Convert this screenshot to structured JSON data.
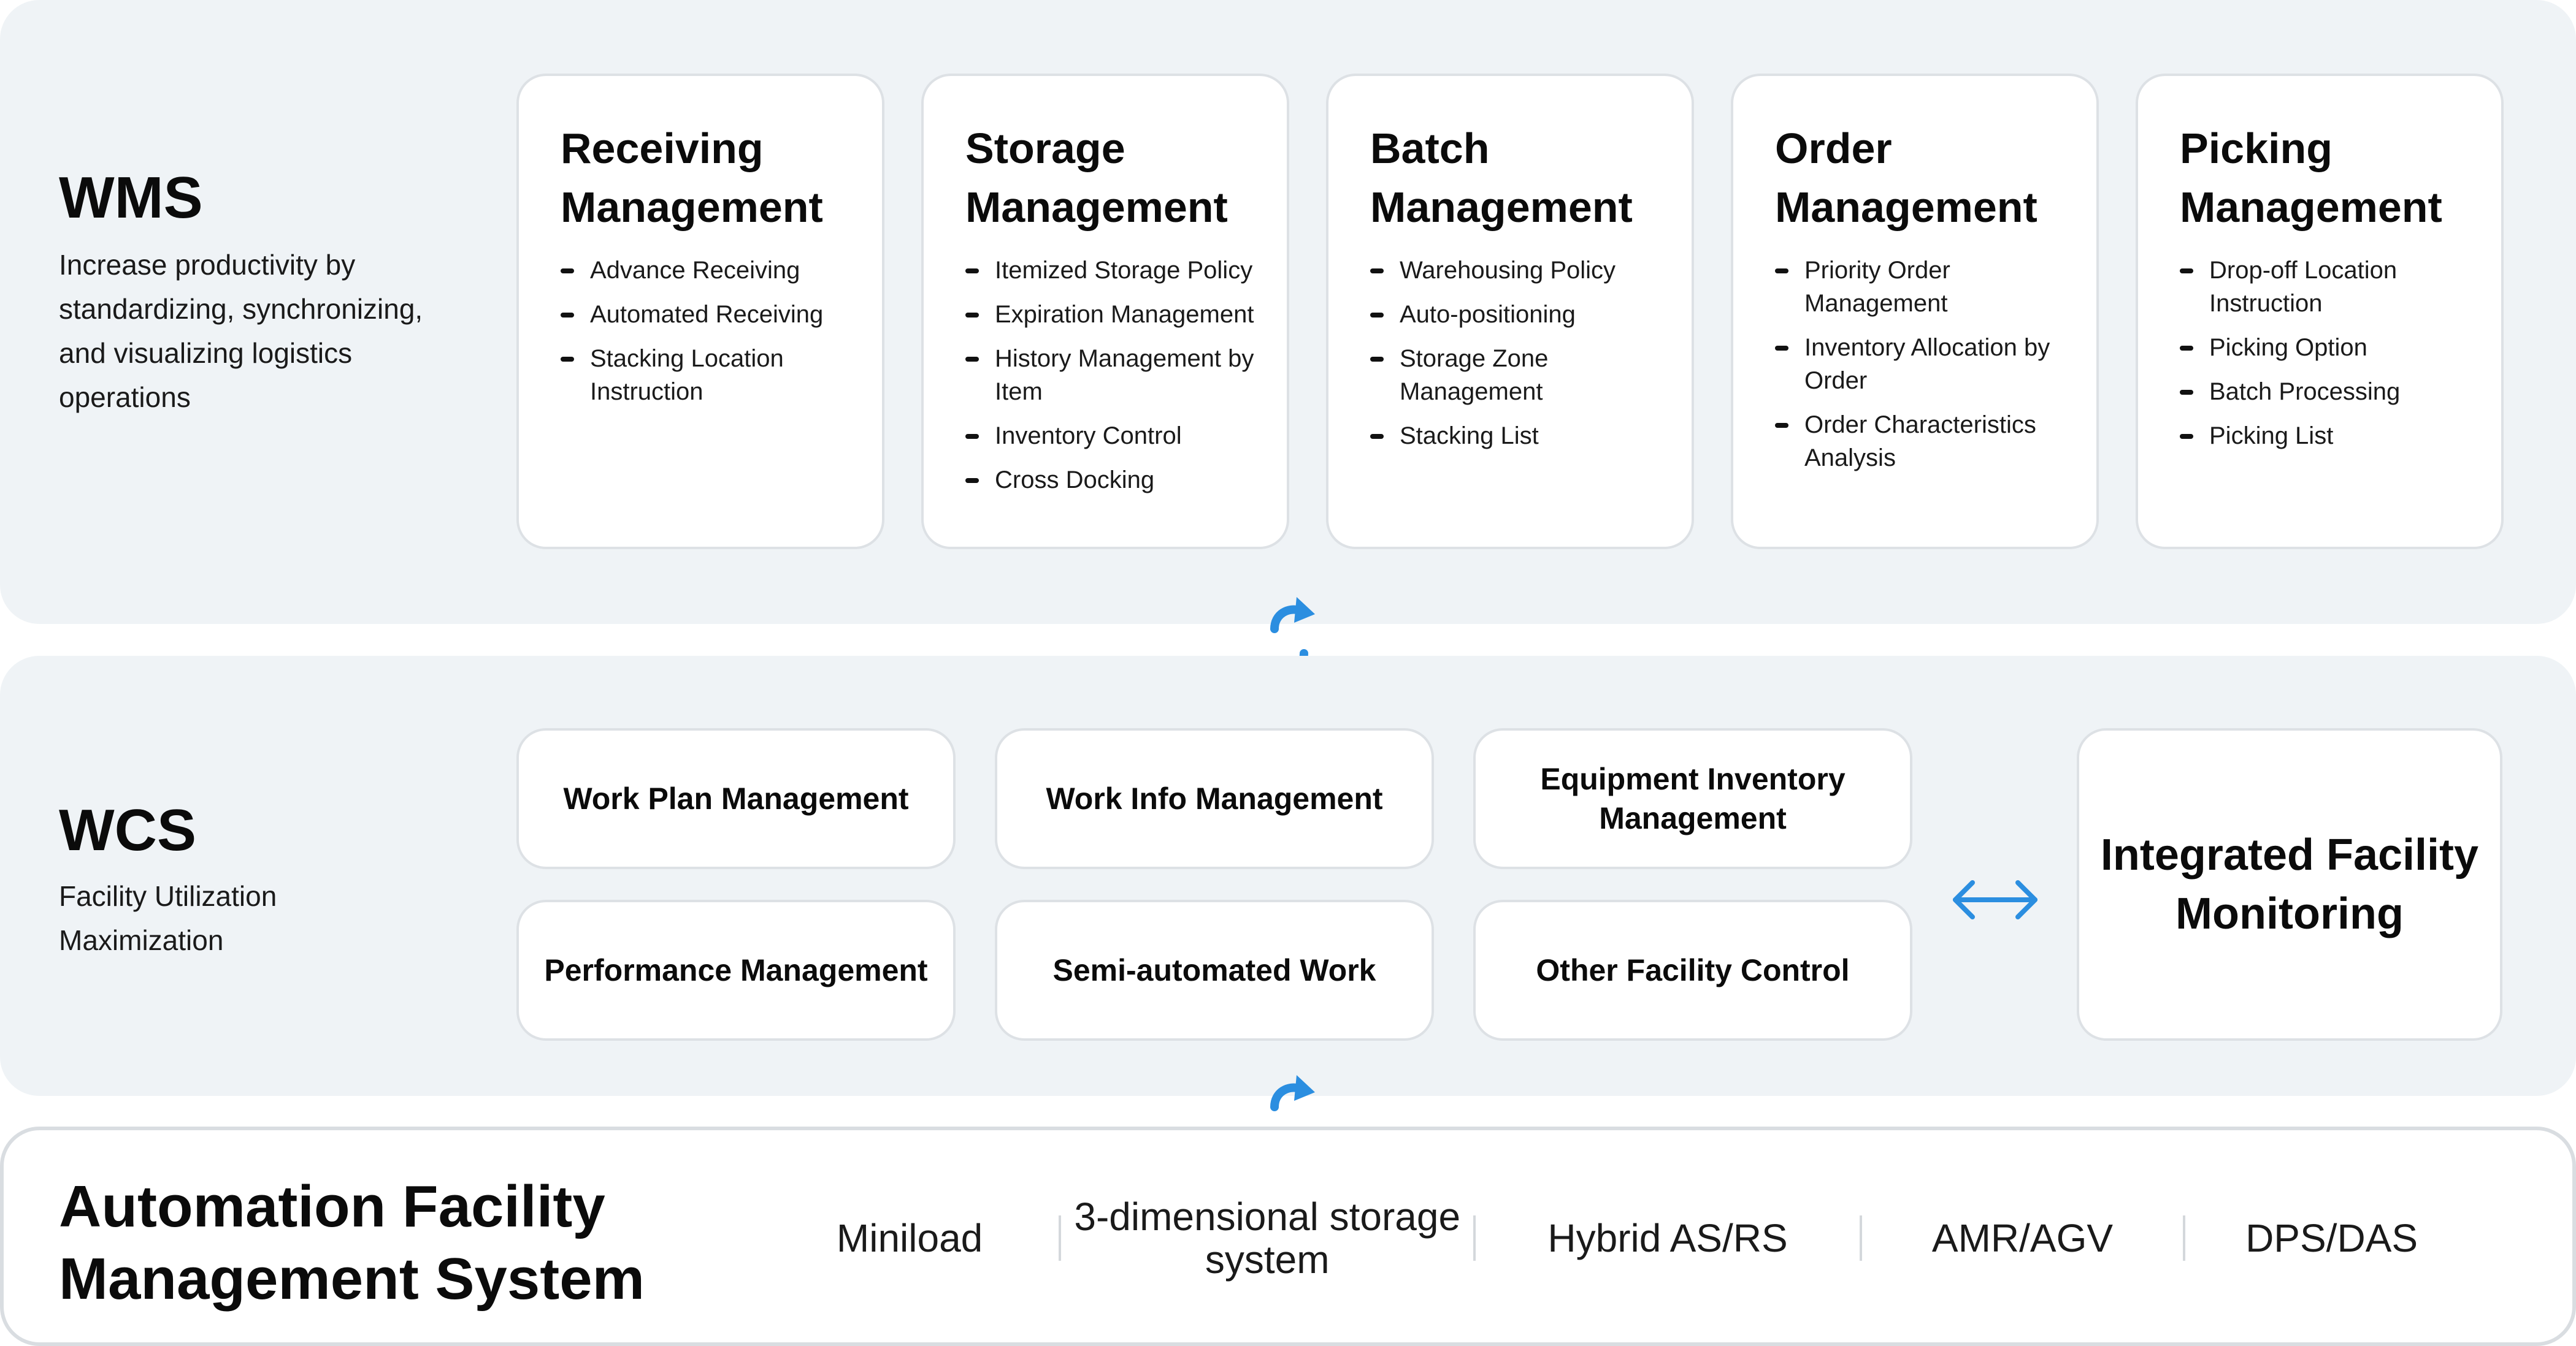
{
  "wms": {
    "title": "WMS",
    "description": "Increase productivity by standardizing, synchronizing, and visualizing logistics operations",
    "cards": [
      {
        "title": "Receiving Management",
        "items": [
          "Advance Receiving",
          "Automated Receiving",
          "Stacking Location Instruction"
        ]
      },
      {
        "title": "Storage Management",
        "items": [
          "Itemized Storage Policy",
          "Expiration Management",
          "History Management by Item",
          "Inventory Control",
          "Cross Docking"
        ]
      },
      {
        "title": "Batch Management",
        "items": [
          "Warehousing Policy",
          "Auto-positioning",
          "Storage Zone Management",
          "Stacking List"
        ]
      },
      {
        "title": "Order Management",
        "items": [
          "Priority Order Management",
          "Inventory Allocation by Order",
          "Order Characteristics Analysis"
        ]
      },
      {
        "title": "Picking Management",
        "items": [
          "Drop-off Location Instruction",
          "Picking Option",
          "Batch Processing",
          "Picking List"
        ]
      }
    ]
  },
  "wcs": {
    "title": "WCS",
    "description": "Facility Utilization Maximization",
    "cards": [
      "Work Plan Management",
      "Work Info Management",
      "Equipment Inventory Management",
      "Performance Management",
      "Semi-automated Work",
      "Other Facility Control"
    ],
    "monitoring": "Integrated Facility Monitoring"
  },
  "afms": {
    "title": "Automation Facility Management System",
    "items": [
      "Miniload",
      "3-dimensional storage system",
      "Hybrid AS/RS",
      "AMR/AGV",
      "DPS/DAS"
    ]
  },
  "colors": {
    "panel_bg": "#eff3f6",
    "card_border": "#dde1e5",
    "accent_arrow": "#2b8ee0",
    "text": "#111111"
  },
  "icons": {
    "sync": "sync-arrows-icon",
    "bidirectional": "left-right-arrow-icon"
  }
}
